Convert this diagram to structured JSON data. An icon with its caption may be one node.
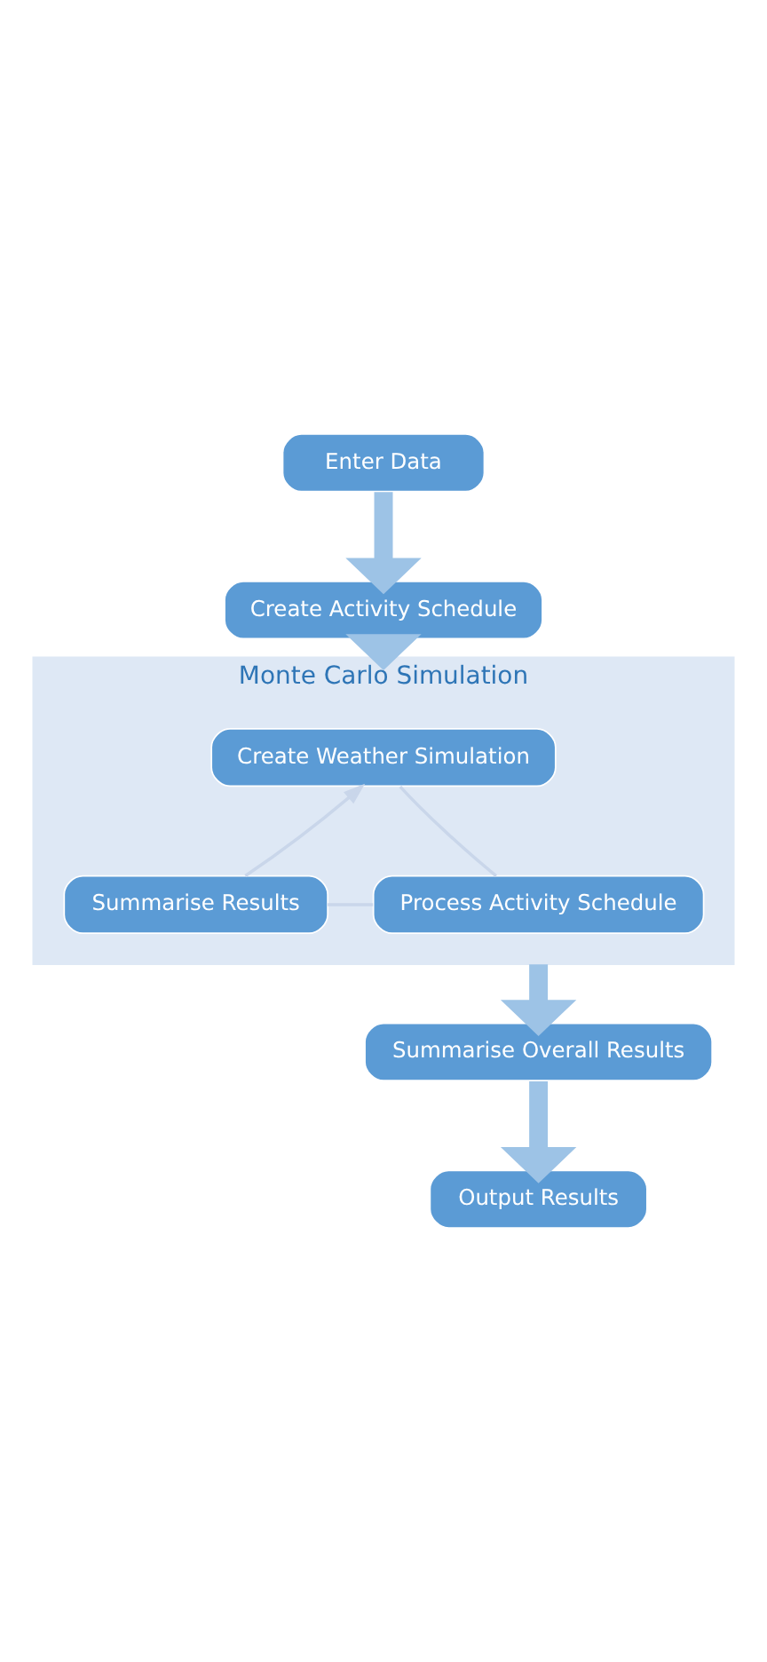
{
  "diagram": {
    "nodes": [
      {
        "text": [
          "Enter Data"
        ]
      },
      {
        "text": [
          "Create Activity Schedule"
        ]
      },
      {
        "text": [
          "Monte Carlo Simulation"
        ]
      },
      {
        "text": [
          "Create Weather Simulation"
        ],
        "in": 2
      },
      {
        "text": [
          "Summarise Results"
        ],
        "in": 2
      },
      {
        "text": [
          "Process Activity Schedule"
        ],
        "in": 2
      },
      {
        "text": [
          "Summarise Overall Results"
        ]
      },
      {
        "text": [
          "Output Results"
        ]
      }
    ],
    "edges": [
      {
        "from": 0,
        "to": 1,
        "arrow": "to",
        "style": "thick"
      },
      {
        "from": 1,
        "to": 2,
        "arrow": "to",
        "style": "thick"
      },
      {
        "from": 3,
        "to": 5,
        "arrow": "none",
        "color": "#c9d6ea"
      },
      {
        "from": 5,
        "to": 4,
        "arrow": "none",
        "color": "#c9d6ea"
      },
      {
        "from": 4,
        "to": 3,
        "arrow": "to",
        "color": "#c9d6ea"
      },
      {
        "from": 2,
        "to": 6,
        "arrow": "to",
        "style": "thick"
      },
      {
        "from": 6,
        "to": 7,
        "arrow": "to",
        "style": "thick"
      }
    ]
  }
}
